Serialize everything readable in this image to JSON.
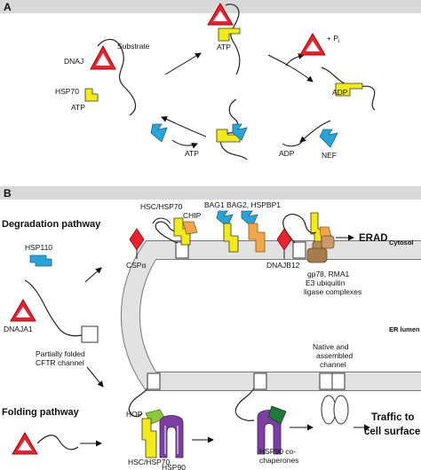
{
  "panel_a": {
    "letter": "A",
    "labels": {
      "substrate": "Substrate",
      "dnaj": "DNAJ",
      "hsp70": "HSP70",
      "atp_left": "ATP",
      "atp_top": "ATP",
      "pi": "+ P",
      "pi_sub": "i",
      "adp_right": "ADP",
      "adp_bottom": "ADP",
      "nef": "NEF",
      "atp_bottom": "ATP"
    }
  },
  "panel_b": {
    "letter": "B",
    "degradation_title": "Degradation pathway",
    "folding_title": "Folding pathway",
    "labels": {
      "hsc_hsp70_top": "HSC/HSP70",
      "chip": "CHIP",
      "bag_proteins": "BAG1 BAG2, HSPBP1",
      "erad": "ERAD",
      "cytosol": "Cytosol",
      "hsp110": "HSP110",
      "csp": "CSPα",
      "dnajb12": "DNAJB12",
      "ligase_1": "gp78, RMA1",
      "ligase_2": "E3 ubiquitin",
      "ligase_3": "ligase complexes",
      "er_lumen": "ER lumen",
      "dnaja1": "DNAJA1",
      "partial_1": "Partially folded",
      "partial_2": "CFTR channel",
      "native_1": "Native and",
      "native_2": "assembled",
      "native_3": "channel",
      "hop": "HOP",
      "hsc_hsp70_bottom": "HSC/HSP70",
      "hsp90": "HSP90",
      "hsp90_co_1": "HSP90 co-",
      "hsp90_co_2": "chaperones",
      "traffic_1": "Traffic to",
      "traffic_2": "cell surface"
    }
  },
  "colors": {
    "dnaj_red": "#e8232f",
    "hsp70_yellow": "#f3ea1c",
    "hsp70_outline": "#3a3a10",
    "nef_blue": "#2aa3d8",
    "hsp90_purple": "#7a3fa0",
    "hop_green": "#8cc63e",
    "cochaperone_green": "#1e7a3a",
    "ubiquitin_brown": "#b6895a",
    "chip_orange": "#f2a64a",
    "membrane_grey": "#e2e2e2"
  }
}
